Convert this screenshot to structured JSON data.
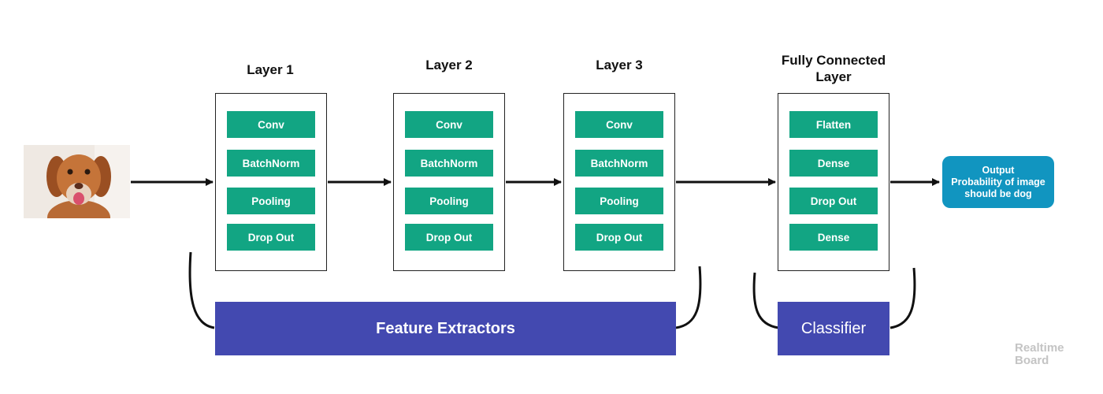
{
  "layers": [
    {
      "title": "Layer 1",
      "ops": [
        "Conv",
        "BatchNorm",
        "Pooling",
        "Drop Out"
      ]
    },
    {
      "title": "Layer 2",
      "ops": [
        "Conv",
        "BatchNorm",
        "Pooling",
        "Drop Out"
      ]
    },
    {
      "title": "Layer 3",
      "ops": [
        "Conv",
        "BatchNorm",
        "Pooling",
        "Drop Out"
      ]
    },
    {
      "title_lines": [
        "Fully Connected",
        "Layer"
      ],
      "ops": [
        "Flatten",
        "Dense",
        "Drop Out",
        "Dense"
      ]
    }
  ],
  "feature_extractors_label": "Feature Extractors",
  "classifier_label": "Classifier",
  "output": {
    "lines": [
      "Output",
      "Probability of image",
      "should be dog"
    ]
  },
  "watermark": {
    "lines": [
      "Realtime",
      "Board"
    ]
  },
  "colors": {
    "op_fill": "#12a583",
    "bar_fill": "#4349b0",
    "output_fill": "#1195c0",
    "arrow": "#111111"
  },
  "input_image": "dog-photo"
}
